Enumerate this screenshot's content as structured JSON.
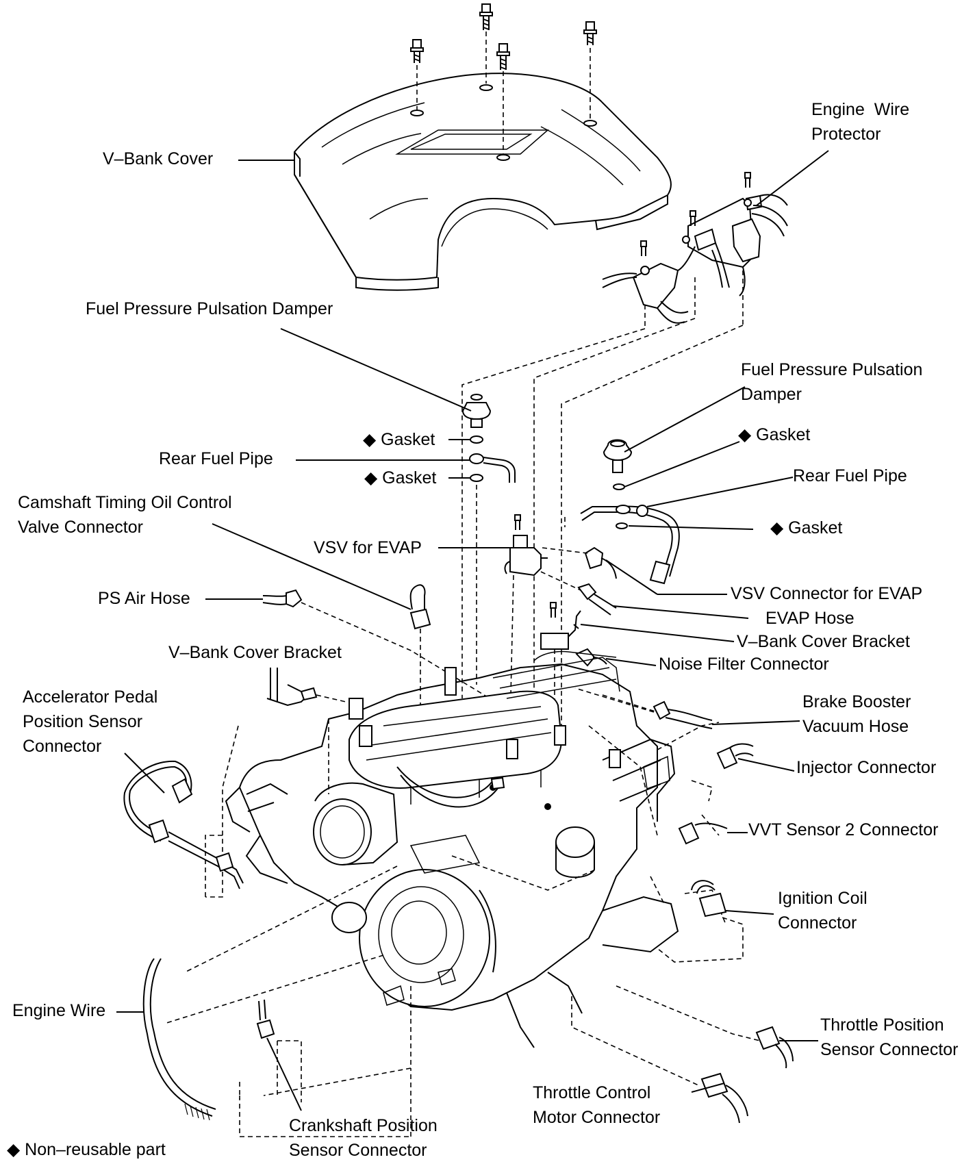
{
  "labels": {
    "v_bank_cover": "V–Bank Cover",
    "engine_wire_protector": "Engine  Wire\nProtector",
    "fuel_pressure_damper_left": "Fuel Pressure Pulsation Damper",
    "fuel_pressure_damper_right": "Fuel Pressure Pulsation\nDamper",
    "gasket_left_top": "◆ Gasket",
    "gasket_left_bottom": "◆ Gasket",
    "rear_fuel_pipe_left": "Rear Fuel Pipe",
    "gasket_right_top": "◆ Gasket",
    "rear_fuel_pipe_right": "Rear Fuel Pipe",
    "gasket_right_bottom": "◆ Gasket",
    "camshaft_timing_connector": "Camshaft Timing Oil Control\nValve Connector",
    "vsv_for_evap": "VSV for EVAP",
    "vsv_connector_for_evap": "VSV Connector for EVAP",
    "ps_air_hose": "PS Air Hose",
    "evap_hose": "EVAP Hose",
    "v_bank_cover_bracket_right": "V–Bank Cover Bracket",
    "noise_filter_connector": "Noise Filter Connector",
    "v_bank_cover_bracket_left": "V–Bank Cover Bracket",
    "accelerator_pedal_connector": "Accelerator Pedal\nPosition Sensor\nConnector",
    "brake_booster_vacuum_hose": "Brake Booster\nVacuum Hose",
    "injector_connector": "Injector Connector",
    "vvt_sensor_2_connector": "VVT Sensor 2 Connector",
    "ignition_coil_connector": "Ignition Coil\nConnector",
    "engine_wire": "Engine Wire",
    "throttle_position_sensor_connector": "Throttle Position\nSensor Connector",
    "throttle_control_motor_connector": "Throttle Control\nMotor Connector",
    "crankshaft_position_sensor_connector": "Crankshaft Position\nSensor Connector",
    "legend_non_reusable": "◆ Non–reusable part"
  }
}
